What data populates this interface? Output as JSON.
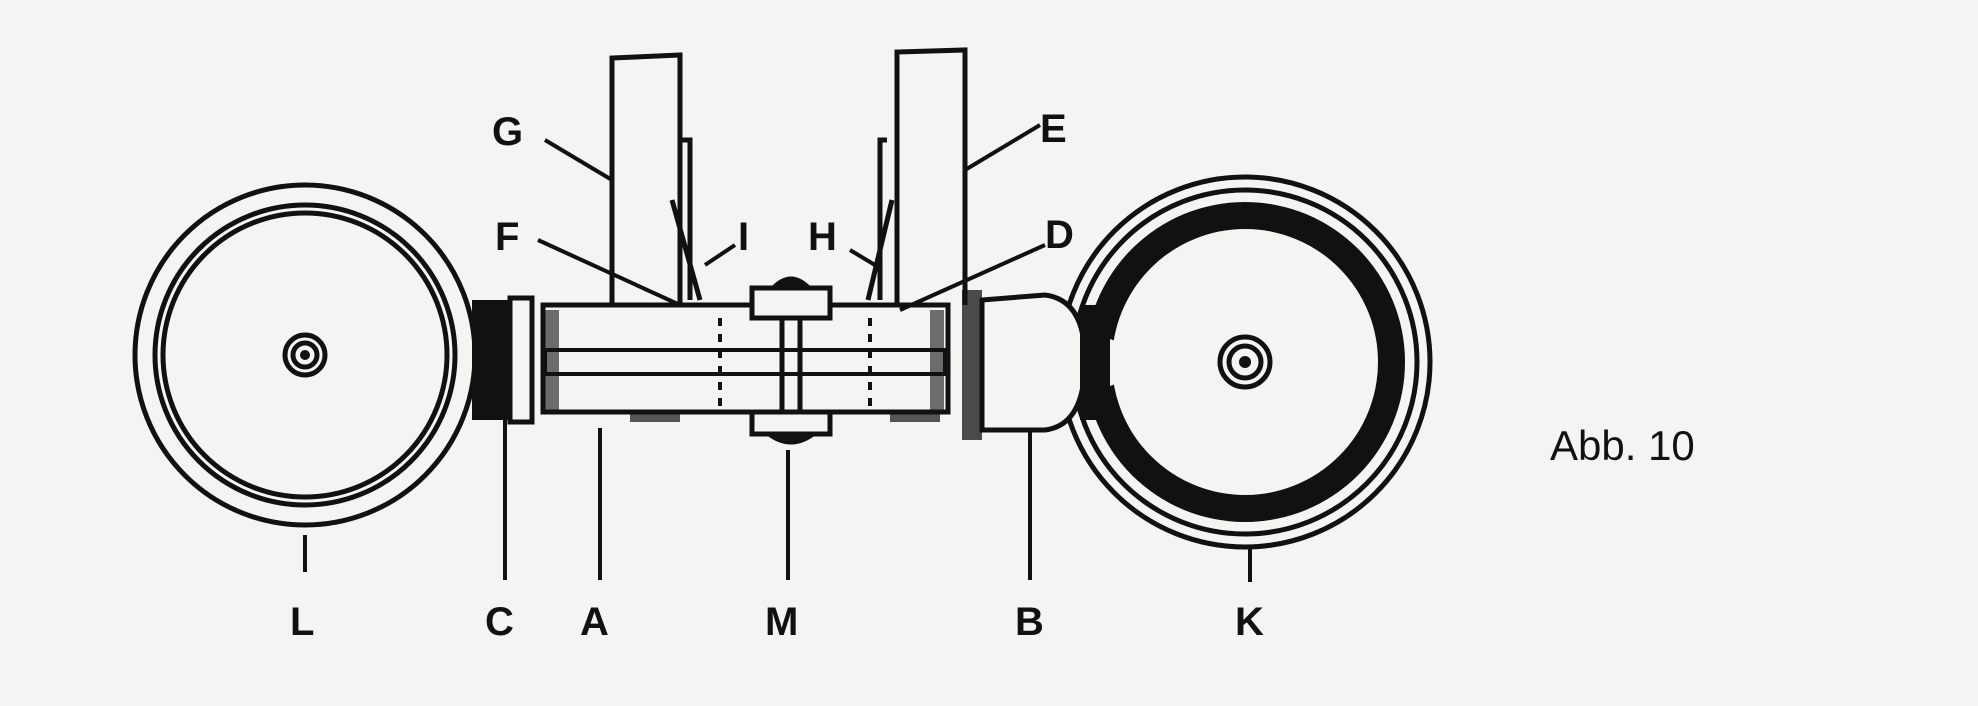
{
  "figure": {
    "caption": "Abb. 10",
    "labels": {
      "G": "G",
      "E": "E",
      "F": "F",
      "I": "I",
      "H": "H",
      "D": "D",
      "L": "L",
      "C": "C",
      "A": "A",
      "M": "M",
      "B": "B",
      "K": "K"
    }
  }
}
